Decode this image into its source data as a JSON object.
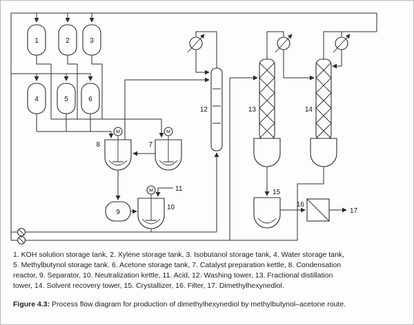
{
  "figure": {
    "motor_label": "M",
    "equipment": {
      "n1": "1",
      "n2": "2",
      "n3": "3",
      "n4": "4",
      "n5": "5",
      "n6": "6",
      "n7": "7",
      "n8": "8",
      "n9": "9",
      "n10": "10",
      "n11": "11",
      "n12": "12",
      "n13": "13",
      "n14": "14",
      "n15": "15",
      "n16": "16",
      "n17": "17"
    },
    "legend_lines": [
      "1. KOH solution storage tank, 2. Xylene storage tank, 3. Isobutanol storage tank, 4. Water storage tank,",
      "5. Methylbutynol storage tank. 6. Acetone storage tank, 7. Catalyst preparation kettle, 8. Condensation",
      "reactor, 9. Separator, 10. Neutralization kettle, 11. Acid, 12. Washing tower, 13. Fractional distillation",
      "tower, 14. Solvent recovery tower, 15. Crystallizer, 16. Filter, 17. Dimethylhexynediol."
    ],
    "caption": {
      "label": "Figure 4.3:",
      "text": "Process flow diagram for production of dimethylhexynediol by methylbutynol–acetone route."
    }
  }
}
